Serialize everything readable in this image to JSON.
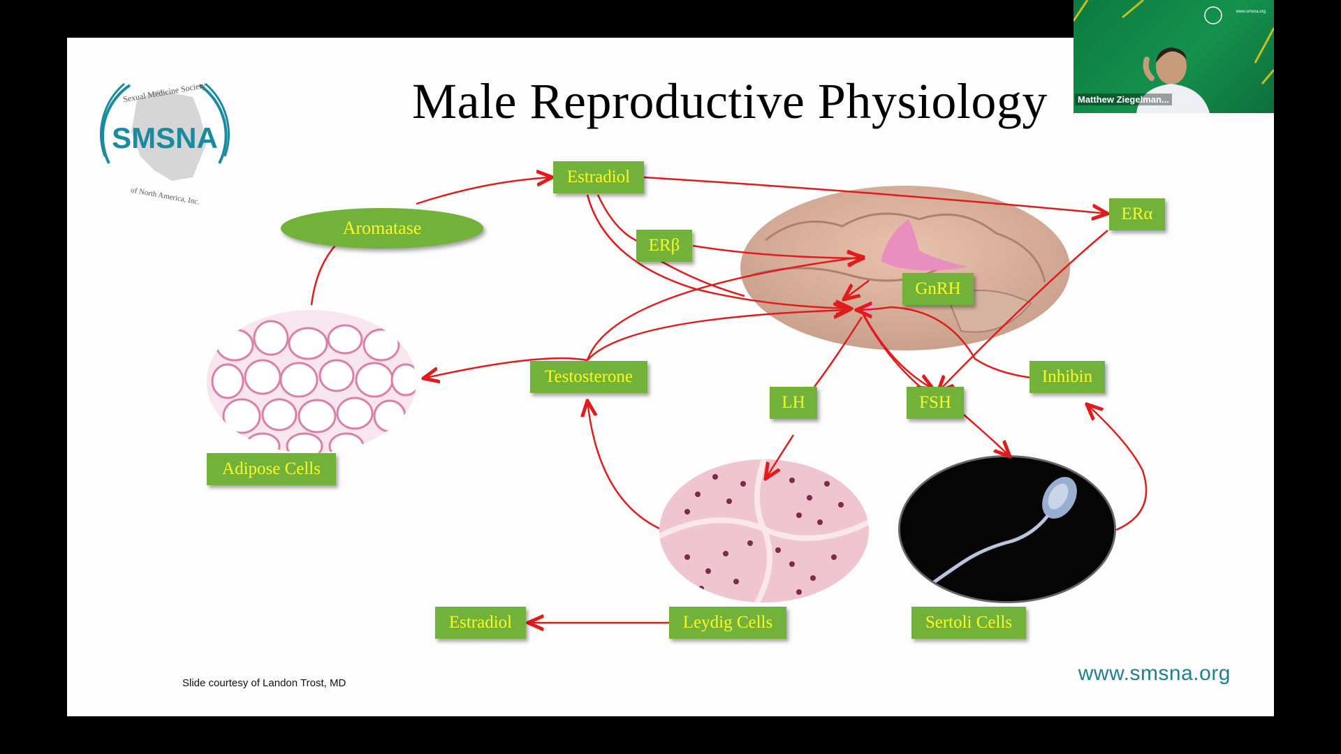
{
  "slide": {
    "title": "Male Reproductive Physiology",
    "logo": {
      "org_abbr": "SMSNA",
      "ring_top": "Sexual Medicine Society",
      "ring_bottom": "of North America, Inc."
    },
    "credit": "Slide courtesy of Landon Trost, MD",
    "url": "www.smsna.org"
  },
  "diagram": {
    "nodes": {
      "estradiol_top": "Estradiol",
      "aromatase": "Aromatase",
      "er_beta": "ERβ",
      "er_alpha": "ERα",
      "gnrh": "GnRH",
      "testosterone": "Testosterone",
      "inhibin": "Inhibin",
      "lh": "LH",
      "fsh": "FSH",
      "adipose": "Adipose Cells",
      "leydig": "Leydig Cells",
      "sertoli": "Sertoli Cells",
      "estradiol_bottom": "Estradiol"
    }
  },
  "video_tile": {
    "participant_name": "Matthew Ziegelman...",
    "watermark": "www.smsna.org"
  },
  "colors": {
    "node_fill": "#72b23a",
    "node_text": "#fafa2a",
    "arrow": "#e01b1b",
    "url": "#1f7f91"
  }
}
